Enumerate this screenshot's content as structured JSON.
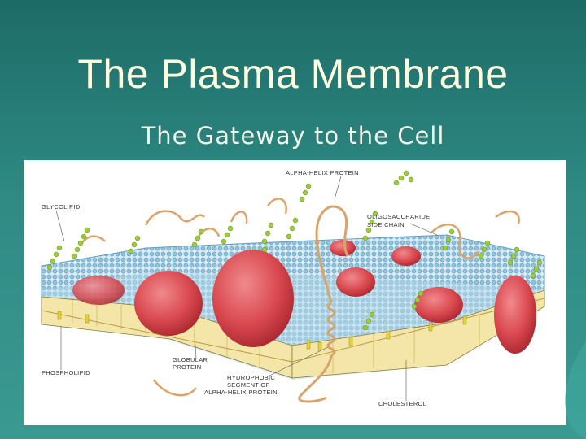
{
  "slide": {
    "title": "The Plasma Membrane",
    "subtitle": "The Gateway to the Cell"
  },
  "figure": {
    "labels": {
      "alpha_helix_protein": "ALPHA-HELIX PROTEIN",
      "glycolipid": "GLYCOLIPID",
      "oligosaccharide_line1": "OLIGOSACCHARIDE",
      "oligosaccharide_line2": "SIDE CHAIN",
      "globular_line1": "GLOBULAR",
      "globular_line2": "PROTEIN",
      "hydrophobic_line1": "HYDROPHOBIC",
      "hydrophobic_line2": "SEGMENT OF",
      "hydrophobic_line3": "ALPHA-HELIX PROTEIN",
      "phospholipid": "PHOSPHOLIPID",
      "cholesterol": "CHOLESTEROL"
    }
  },
  "colors": {
    "background": "#2f8a84",
    "title": "#fffde0",
    "membrane_head": "#8fc3dc",
    "protein": "#d9484f",
    "sugar_chain": "#9ccc3a",
    "helix": "#d9a46a"
  }
}
